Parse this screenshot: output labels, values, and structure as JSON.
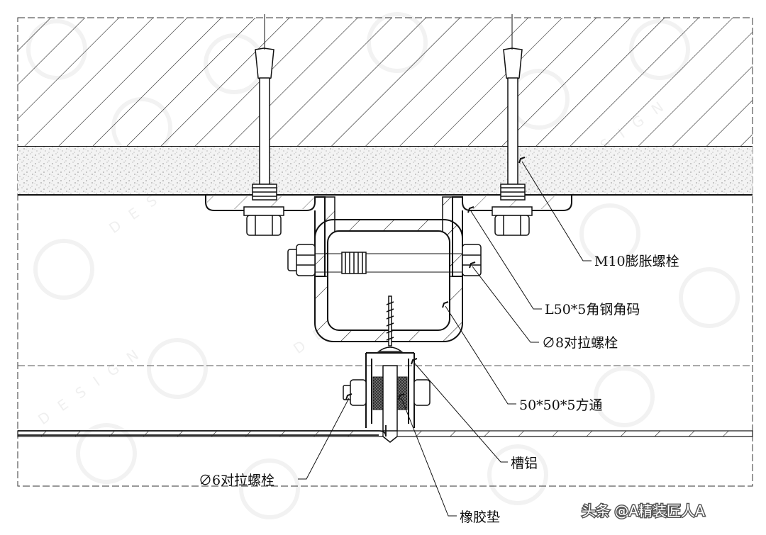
{
  "watermark": "DESIGN",
  "labels": {
    "expansion_bolt": "M10膨胀螺栓",
    "angle_steel": "L50*5角钢角码",
    "tie_bolt_8": "∅8对拉螺栓",
    "square_tube": "50*50*5方通",
    "aluminum_channel": "槽铝",
    "tie_bolt_6": "∅6对拉螺栓",
    "rubber_pad": "橡胶垫"
  },
  "credit": "头条 @A精装匠人A"
}
